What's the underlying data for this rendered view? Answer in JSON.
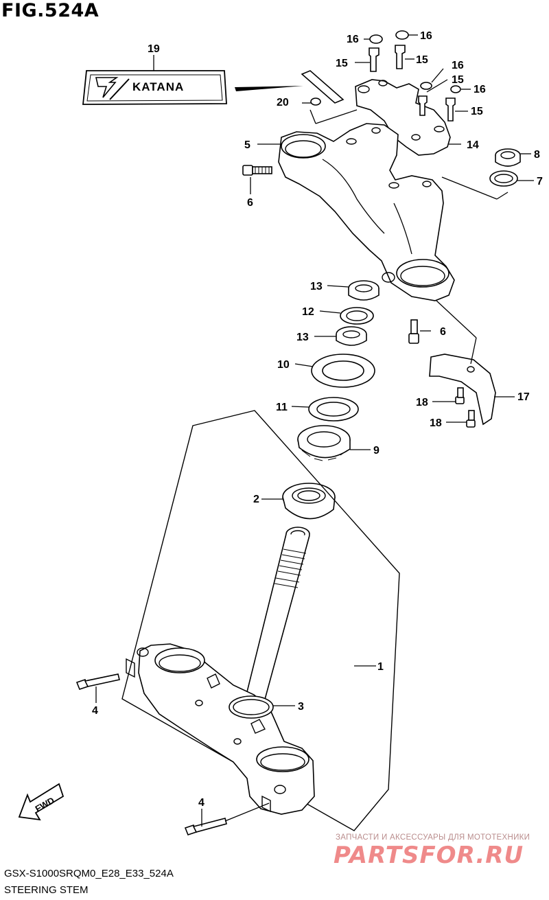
{
  "figure": {
    "title": "FIG.524A",
    "code": "GSX-S1000SRQM0_E28_E33_524A",
    "name": "STEERING STEM"
  },
  "emblem": {
    "text": "KATANA"
  },
  "watermark": {
    "tagline": "ЗАПЧАСТИ И АКСЕССУАРЫ ДЛЯ МОТОТЕХНИКИ",
    "logo": "PARTSFOR.RU"
  },
  "fwd_arrow": {
    "label": "FWD"
  },
  "callouts": [
    {
      "id": "c-19",
      "label": "19"
    },
    {
      "id": "c-16a",
      "label": "16"
    },
    {
      "id": "c-16b",
      "label": "16"
    },
    {
      "id": "c-15a",
      "label": "15"
    },
    {
      "id": "c-15b",
      "label": "15"
    },
    {
      "id": "c-16c",
      "label": "16"
    },
    {
      "id": "c-15c",
      "label": "15"
    },
    {
      "id": "c-16d",
      "label": "16"
    },
    {
      "id": "c-20",
      "label": "20"
    },
    {
      "id": "c-15d",
      "label": "15"
    },
    {
      "id": "c-5",
      "label": "5"
    },
    {
      "id": "c-14",
      "label": "14"
    },
    {
      "id": "c-8",
      "label": "8"
    },
    {
      "id": "c-6a",
      "label": "6"
    },
    {
      "id": "c-7",
      "label": "7"
    },
    {
      "id": "c-13a",
      "label": "13"
    },
    {
      "id": "c-12",
      "label": "12"
    },
    {
      "id": "c-6b",
      "label": "6"
    },
    {
      "id": "c-13b",
      "label": "13"
    },
    {
      "id": "c-10",
      "label": "10"
    },
    {
      "id": "c-18a",
      "label": "18"
    },
    {
      "id": "c-17",
      "label": "17"
    },
    {
      "id": "c-11",
      "label": "11"
    },
    {
      "id": "c-18b",
      "label": "18"
    },
    {
      "id": "c-9",
      "label": "9"
    },
    {
      "id": "c-2",
      "label": "2"
    },
    {
      "id": "c-1",
      "label": "1"
    },
    {
      "id": "c-4a",
      "label": "4"
    },
    {
      "id": "c-3",
      "label": "3"
    },
    {
      "id": "c-4b",
      "label": "4"
    }
  ]
}
